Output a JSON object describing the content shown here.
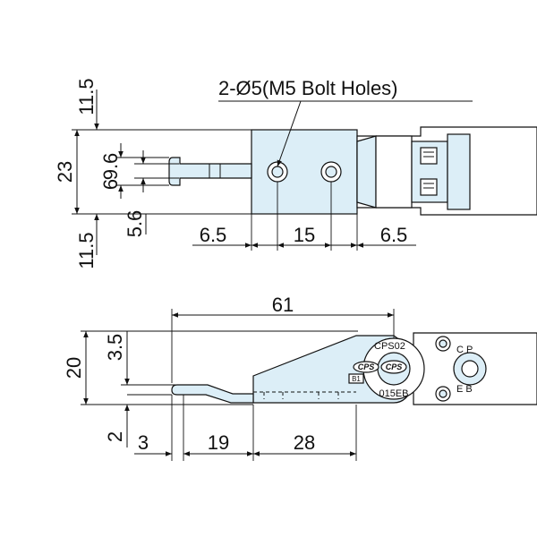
{
  "callout": {
    "text": "2-Ø5(M5 Bolt Holes)"
  },
  "top_view": {
    "dims": {
      "top_margin": "11.5",
      "height": "23",
      "pitch": "9.6",
      "slot_width": "6",
      "lower_gap": "5.6",
      "bottom_margin": "11.5",
      "left_edge": "6.5",
      "hole_spacing": "15",
      "right_edge": "6.5"
    }
  },
  "side_view": {
    "dims": {
      "length": "61",
      "height": "20",
      "top_offset": "3.5",
      "bottom_offset": "2",
      "tip": "3",
      "arm": "19",
      "base": "28"
    },
    "logo": {
      "brand": "CPS",
      "code": "B1"
    },
    "ring_text": {
      "left": "CPS02",
      "right": "015EB"
    }
  }
}
